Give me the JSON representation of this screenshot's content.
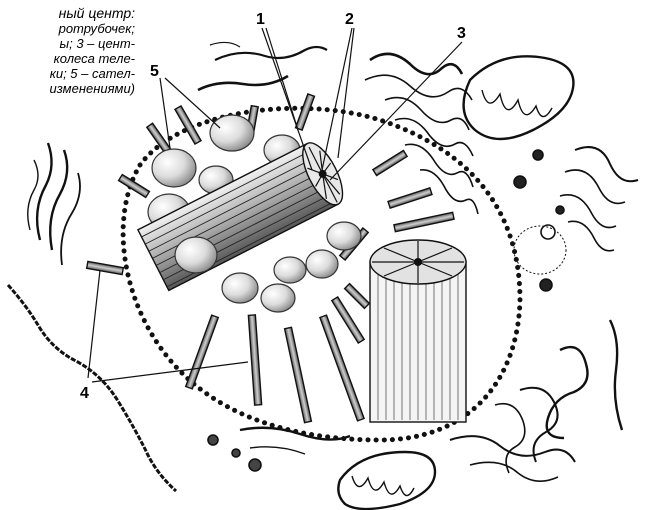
{
  "caption": {
    "lines": [
      "ный центр:",
      "ротрубочек;",
      "ы;  3 – цент-",
      "колеса теле-",
      "ки;  5 – сател-",
      "изменениями)"
    ]
  },
  "labels": {
    "l1": "1",
    "l2": "2",
    "l3": "3",
    "l4": "4",
    "l5": "5"
  }
}
